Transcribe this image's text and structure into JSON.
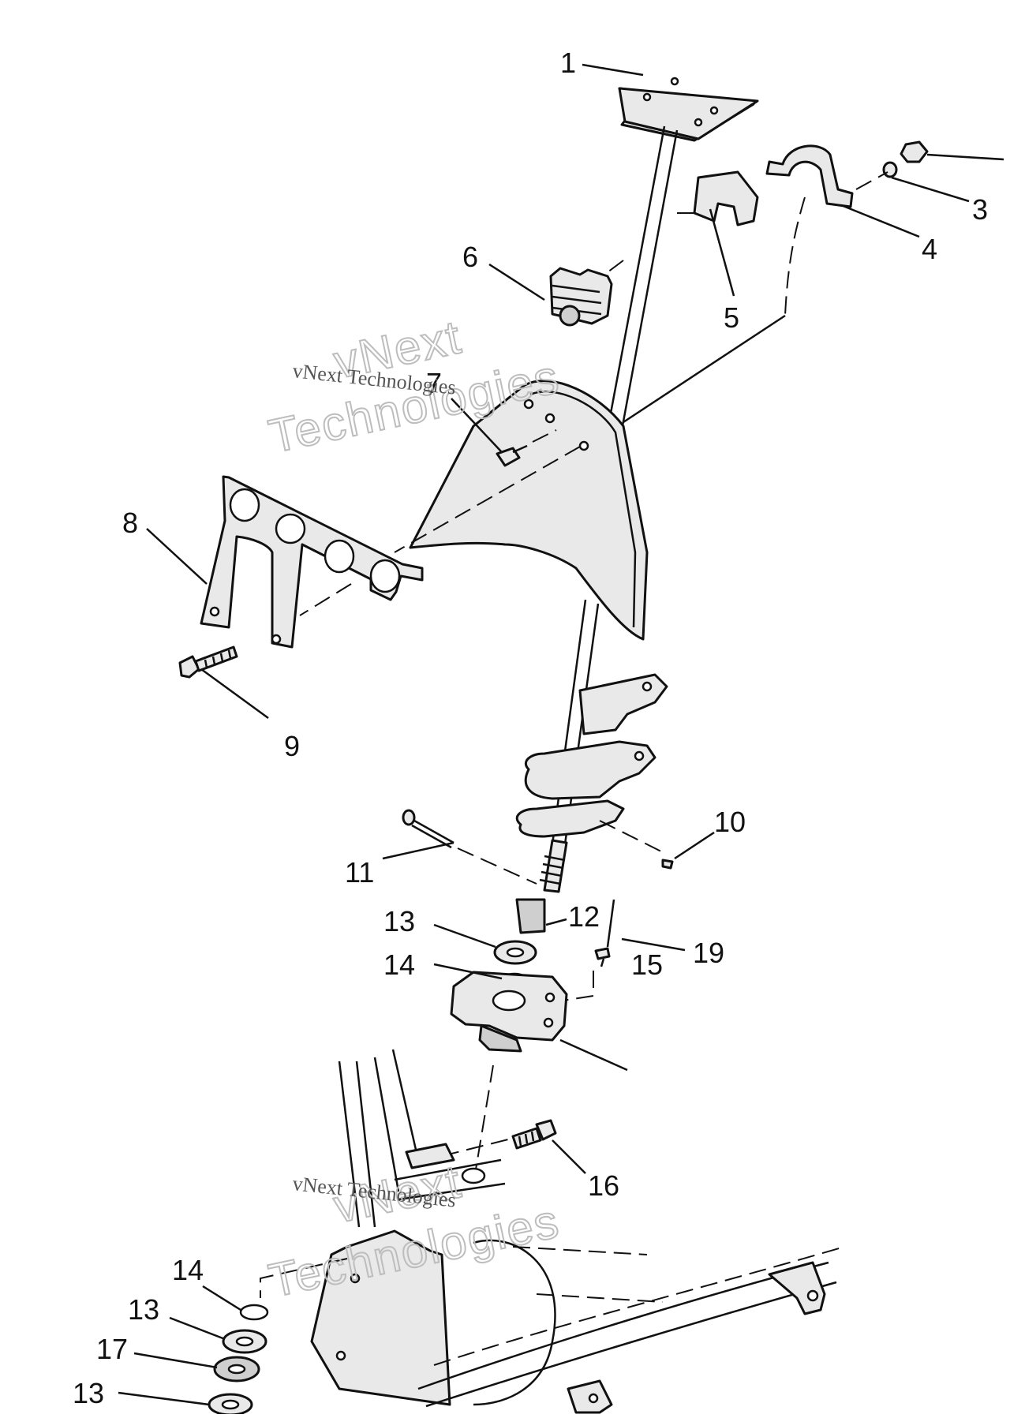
{
  "diagram": {
    "callouts": [
      "1",
      "3",
      "4",
      "5",
      "6",
      "7",
      "8",
      "9",
      "10",
      "11",
      "12",
      "13",
      "14",
      "15",
      "16",
      "19",
      "14",
      "13",
      "17",
      "13"
    ],
    "watermarks": {
      "small_text": "vNext Technologies",
      "big_line1": "vNext",
      "big_line2": "Technologies"
    }
  },
  "colors": {
    "ink": "#111111",
    "part_fill": "#e9e9e9",
    "watermark": "#bdbdbd"
  }
}
